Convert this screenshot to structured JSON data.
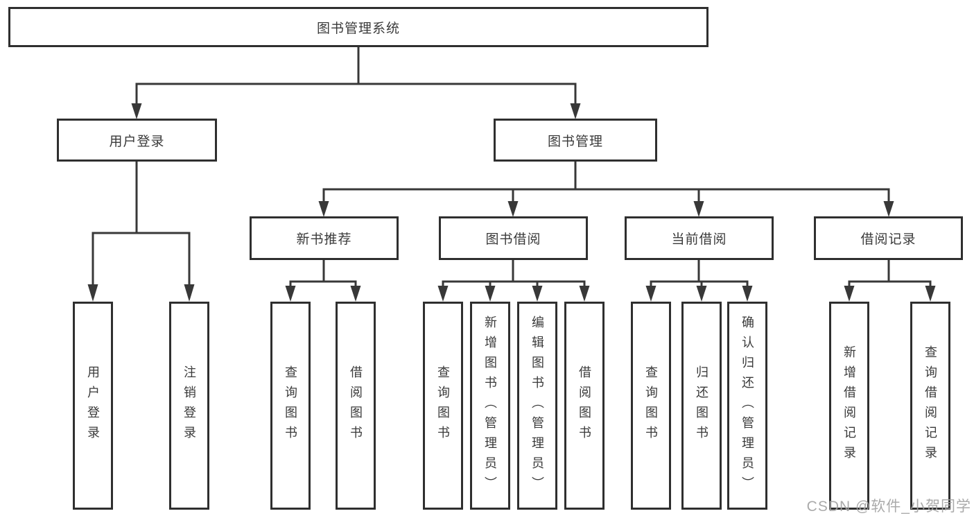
{
  "palette": {
    "line": "#383838",
    "box_border": "#2f2f2f",
    "text": "#3a3a3a",
    "watermark": "#a3a3a3",
    "background": "#ffffff"
  },
  "diagram": {
    "root": {
      "label": "图书管理系统"
    },
    "level2": [
      {
        "label": "用户登录"
      },
      {
        "label": "图书管理"
      }
    ],
    "level3": [
      {
        "label": "新书推荐"
      },
      {
        "label": "图书借阅"
      },
      {
        "label": "当前借阅"
      },
      {
        "label": "借阅记录"
      }
    ],
    "leaves": [
      {
        "label": "用户登录"
      },
      {
        "label": "注销登录"
      },
      {
        "label": "查询图书"
      },
      {
        "label": "借阅图书"
      },
      {
        "label": "查询图书"
      },
      {
        "label": "新增图书（管理员）"
      },
      {
        "label": "编辑图书（管理员）"
      },
      {
        "label": "借阅图书"
      },
      {
        "label": "查询图书"
      },
      {
        "label": "归还图书"
      },
      {
        "label": "确认归还（管理员）"
      },
      {
        "label": "新增借阅记录"
      },
      {
        "label": "查询借阅记录"
      }
    ]
  },
  "watermark": {
    "text": "CSDN @软件_小贺同学"
  }
}
